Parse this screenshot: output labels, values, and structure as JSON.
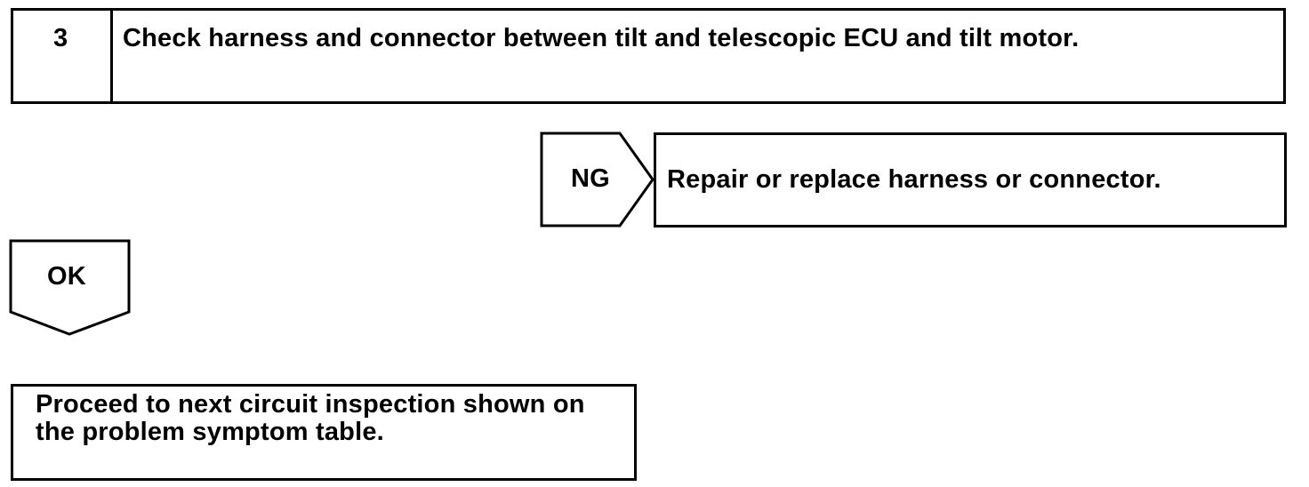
{
  "step": {
    "number": "3",
    "title": "Check harness and connector between tilt and telescopic ECU and tilt motor."
  },
  "ng_branch": {
    "label": "NG",
    "action": "Repair or replace harness or connector."
  },
  "ok_branch": {
    "label": "OK",
    "action_line1": "Proceed to next circuit inspection shown on",
    "action_line2": "the problem symptom table."
  }
}
